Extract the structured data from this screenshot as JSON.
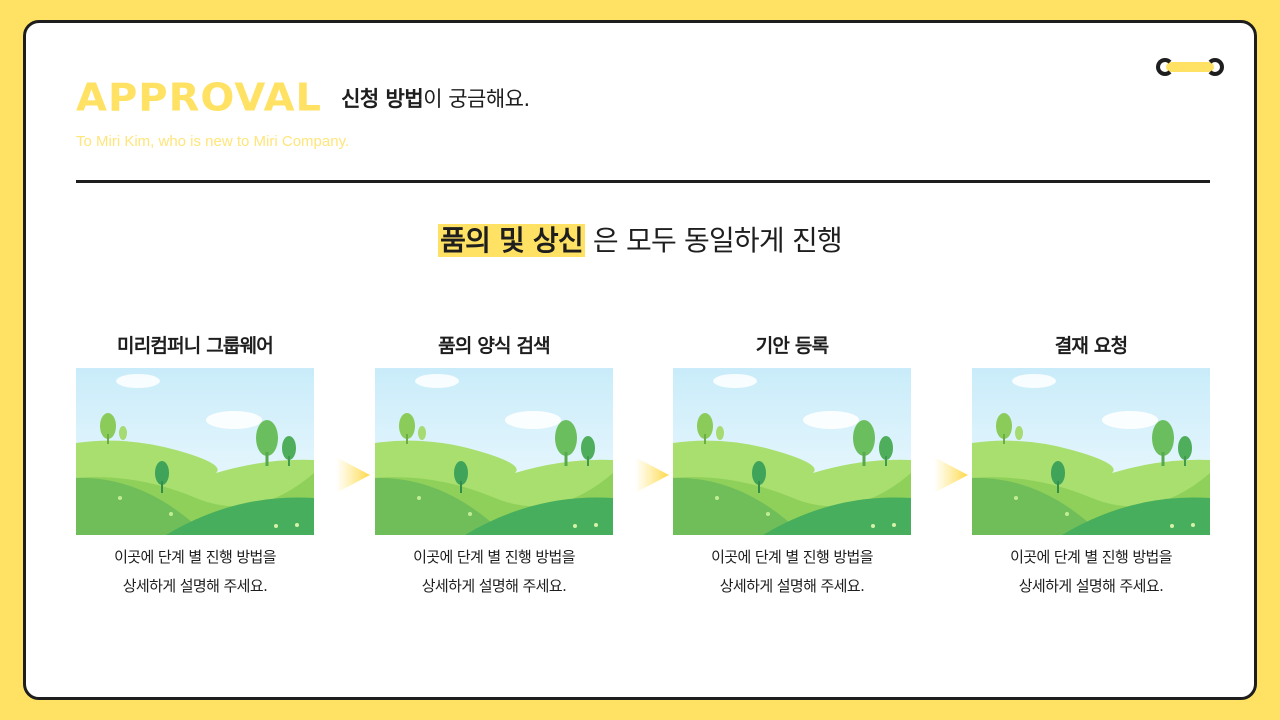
{
  "header": {
    "brand": "APPROVAL",
    "title_bold": "신청 방법",
    "title_rest": "이 궁금해요.",
    "subtitle": "To Miri Kim, who is new to Miri Company."
  },
  "headline": {
    "highlight": "품의 및 상신",
    "rest": " 은 모두 동일하게 진행"
  },
  "steps": [
    {
      "title": "미리컴퍼니 그룹웨어",
      "desc_line1": "이곳에 단계 별 진행 방법을",
      "desc_line2": "상세하게 설명해 주세요.",
      "image": "landscape-hills-image"
    },
    {
      "title": "품의 양식 검색",
      "desc_line1": "이곳에 단계 별 진행 방법을",
      "desc_line2": "상세하게 설명해 주세요.",
      "image": "landscape-hills-image"
    },
    {
      "title": "기안 등록",
      "desc_line1": "이곳에 단계 별 진행 방법을",
      "desc_line2": "상세하게 설명해 주세요.",
      "image": "landscape-hills-image"
    },
    {
      "title": "결재 요청",
      "desc_line1": "이곳에 단계 별 진행 방법을",
      "desc_line2": "상세하게 설명해 주세요.",
      "image": "landscape-hills-image"
    }
  ],
  "icons": {
    "binder": "binder-clip-icon",
    "arrow": "arrow-right-icon"
  },
  "colors": {
    "accent": "#FFE264",
    "text": "#1E1E1E",
    "background": "#FFFFFF",
    "border": "#1E1E1E"
  }
}
